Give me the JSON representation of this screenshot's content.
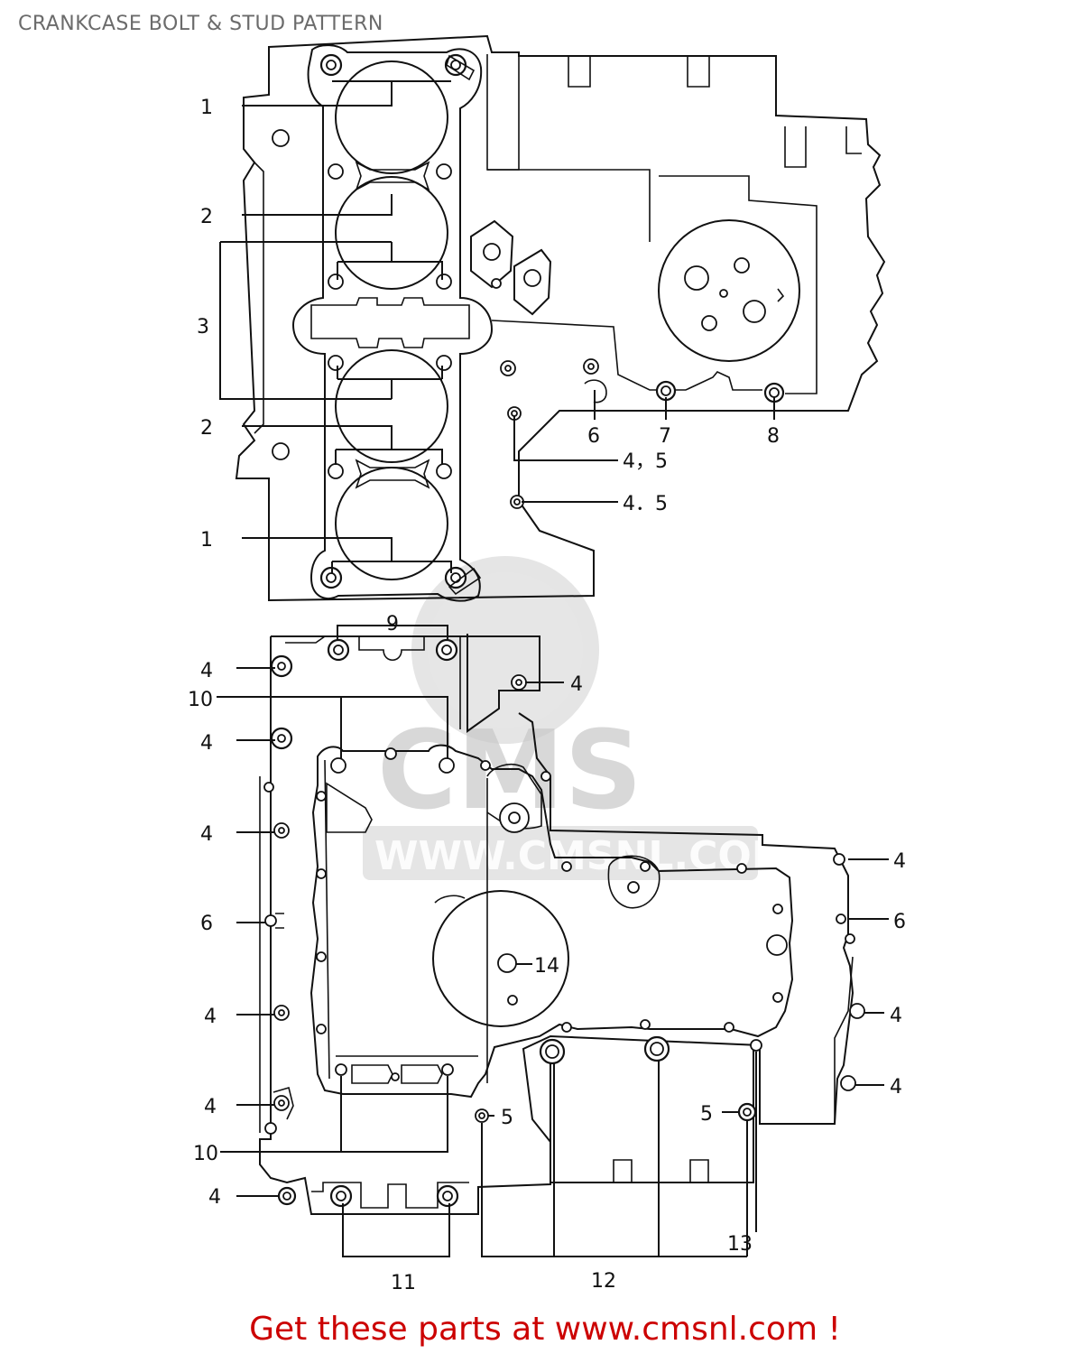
{
  "title": "CRANKCASE BOLT & STUD PATTERN",
  "footer": {
    "text": "Get these parts at www.cmsnl.com !",
    "color": "#cc0000"
  },
  "watermark": {
    "brand": "CMS",
    "url": "WWW.CMSNL.COM"
  },
  "callouts": {
    "c1_top": "1",
    "c2_top": "2",
    "c3": "3",
    "c2_mid": "2",
    "c1_bot": "1",
    "c6_top": "6",
    "c7": "7",
    "c8": "8",
    "c45_a": "4，5",
    "c45_b": "4．5",
    "c9": "9",
    "c4_l1": "4",
    "c4_r1": "4",
    "c10_top": "10",
    "c4_l2": "4",
    "c4_l3": "4",
    "c6_left": "6",
    "c4_l4": "4",
    "c4_l5": "4",
    "c10_bot": "10",
    "c4_l6": "4",
    "c4_r2": "4",
    "c6_right": "6",
    "c4_r3": "4",
    "c4_r4": "4",
    "c14": "14",
    "c5_a": "5",
    "c5_b": "5",
    "c11": "11",
    "c12": "12",
    "c13": "13"
  }
}
